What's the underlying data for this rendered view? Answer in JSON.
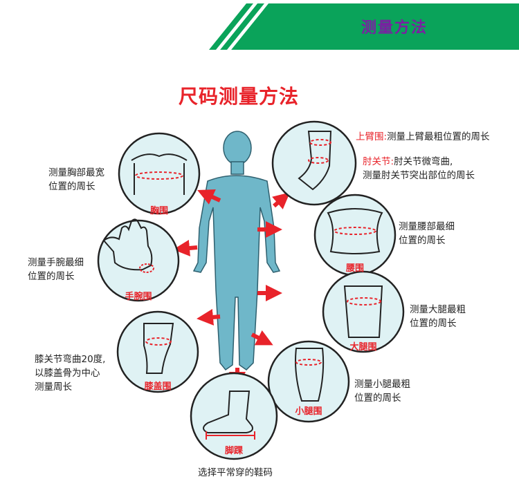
{
  "header": {
    "title": "测量方法"
  },
  "title": "尺码测量方法",
  "colors": {
    "accent_green": "#0aa35a",
    "title_red": "#e8232a",
    "header_purple": "#7b1fa2",
    "circle_fill": "#dff2f4",
    "body_fill": "#6fb7c9"
  },
  "measurements": {
    "chest": {
      "label": "胸围",
      "desc_lines": [
        "测量胸部最宽",
        "位置的周长"
      ]
    },
    "wrist": {
      "label": "手腕围",
      "desc_lines": [
        "测量手腕最细",
        "位置的周长"
      ]
    },
    "knee": {
      "label": "膝盖围",
      "desc_lines": [
        "膝关节弯曲20度,",
        "以膝盖骨为中心",
        "测量周长"
      ]
    },
    "ankle": {
      "label": "脚踝",
      "desc": "选择平常穿的鞋码"
    },
    "upper_arm": {
      "label": "上臂围:",
      "desc": "测量上臂最粗位置的周长"
    },
    "elbow": {
      "label": "肘关节:",
      "desc": "肘关节微弯曲,",
      "desc2": "测量肘关节突出部位的周长"
    },
    "waist": {
      "label": "腰围",
      "desc_lines": [
        "测量腰部最细",
        "位置的周长"
      ]
    },
    "thigh": {
      "label": "大腿围",
      "desc_lines": [
        "测量大腿最粗",
        "位置的周长"
      ]
    },
    "calf": {
      "label": "小腿围",
      "desc_lines": [
        "测量小腿最粗",
        "位置的周长"
      ]
    }
  }
}
